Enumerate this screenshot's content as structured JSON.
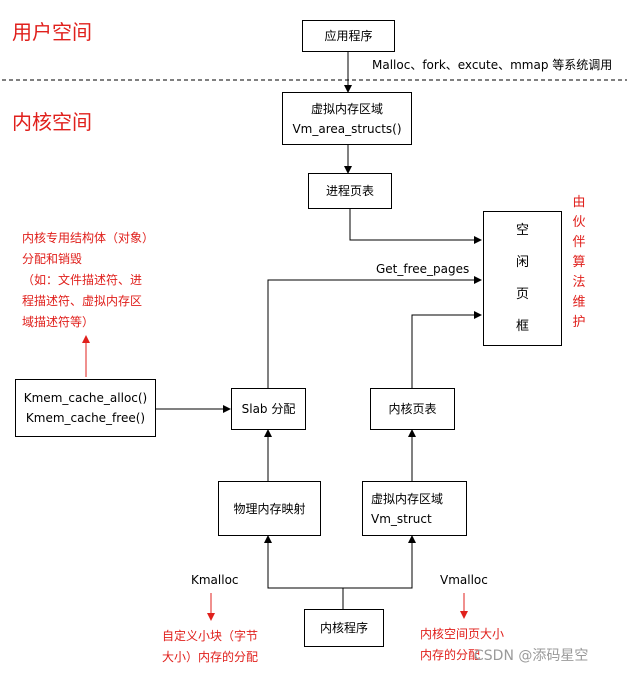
{
  "regions": {
    "user_space": "用户空间",
    "kernel_space": "内核空间"
  },
  "nodes": {
    "app": "应用程序",
    "vma": "虚拟内存区域\nVm_area_structs()",
    "proc_page_table": "进程页表",
    "free_pages": "空\n闲\n页\n框",
    "slab": "Slab 分配",
    "kernel_page_table": "内核页表",
    "phys_map": "物理内存映射",
    "vm_struct": "虚拟内存区域\nVm_struct",
    "kernel_prog": "内核程序",
    "kmem_cache": "Kmem_cache_alloc()\nKmem_cache_free()"
  },
  "labels": {
    "syscalls": "Malloc、fork、excute、mmap 等系统调用",
    "get_free_pages": "Get_free_pages",
    "kmalloc": "Kmalloc",
    "vmalloc": "Vmalloc"
  },
  "annotations": {
    "buddy": "由\n伙\n伴\n算\n法\n维\n护",
    "kmem_note": "内核专用结构体（对象）\n分配和销毁\n（如：文件描述符、进\n程描述符、虚拟内存区\n域描述符等）",
    "kmalloc_note": "自定义小块（字节\n大小）内存的分配",
    "vmalloc_note": "内核空间页大小\n内存的分配"
  },
  "watermark": "CSDN @添码星空",
  "colors": {
    "accent": "#e0201c",
    "line": "#000000"
  }
}
